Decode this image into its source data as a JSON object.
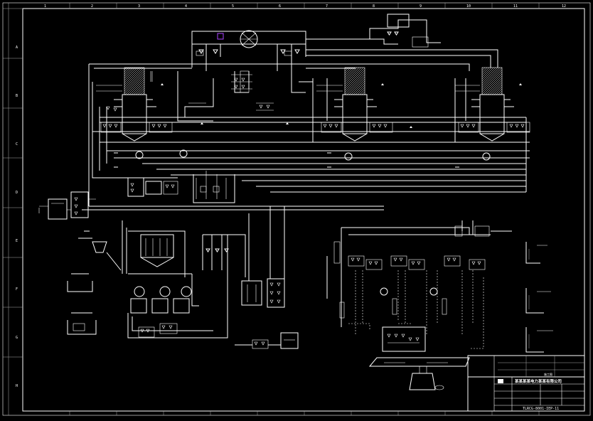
{
  "drawing": {
    "title_block": {
      "company": "某某某某电力某某有限公司",
      "drawing_no": "TLRCG-8001-IEP-11",
      "stage": "施工图"
    },
    "zone_letters": [
      "A",
      "B",
      "C",
      "D",
      "E",
      "F",
      "G",
      "H"
    ],
    "zone_numbers": [
      "1",
      "2",
      "3",
      "4",
      "5",
      "6",
      "7",
      "8",
      "9",
      "10",
      "11",
      "12"
    ]
  }
}
